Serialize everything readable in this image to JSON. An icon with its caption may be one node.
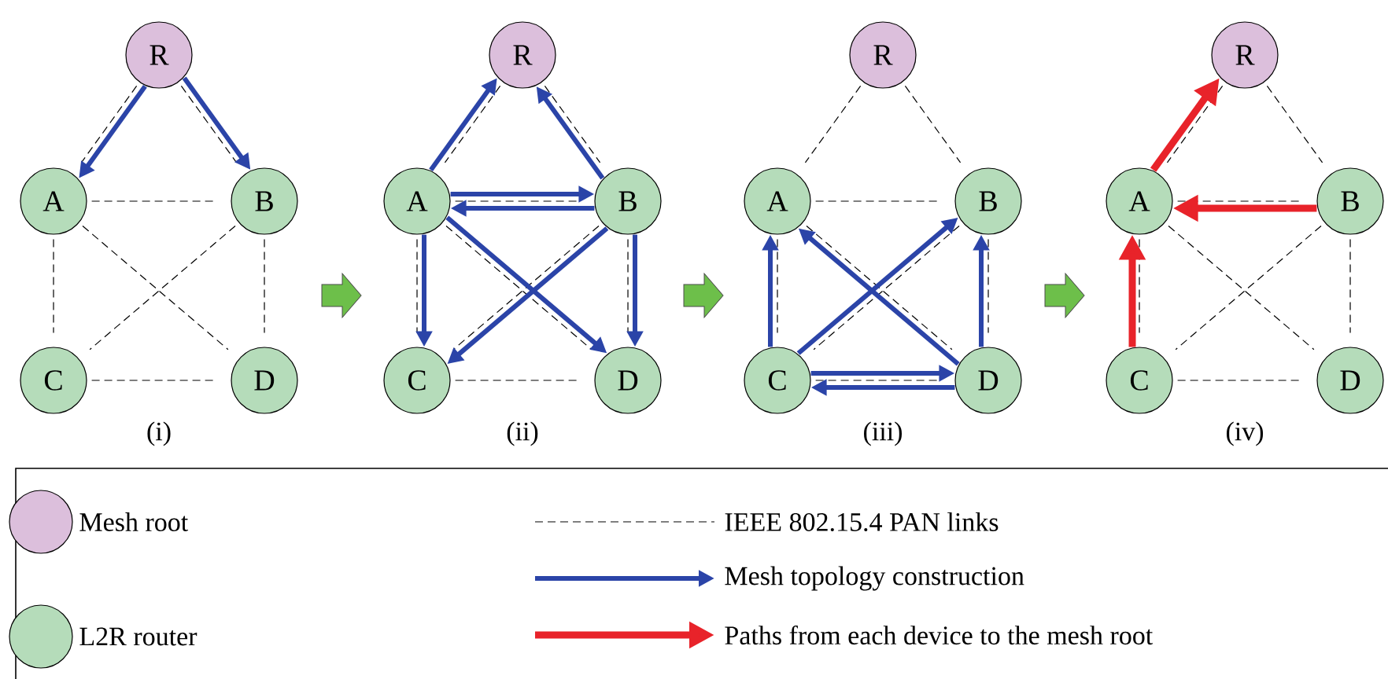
{
  "diagram": {
    "nodes": [
      {
        "text": [
          "R"
        ]
      },
      {
        "text": [
          "A"
        ]
      },
      {
        "text": [
          "B"
        ]
      },
      {
        "text": [
          "C"
        ]
      },
      {
        "text": [
          "D"
        ]
      },
      {
        "text": [
          "R"
        ]
      },
      {
        "text": [
          "A"
        ]
      },
      {
        "text": [
          "B"
        ]
      },
      {
        "text": [
          "C"
        ]
      },
      {
        "text": [
          "D"
        ]
      },
      {
        "text": [
          "R"
        ]
      },
      {
        "text": [
          "A"
        ]
      },
      {
        "text": [
          "B"
        ]
      },
      {
        "text": [
          "C"
        ]
      },
      {
        "text": [
          "D"
        ]
      },
      {
        "text": [
          "R"
        ]
      },
      {
        "text": [
          "A"
        ]
      },
      {
        "text": [
          "B"
        ]
      },
      {
        "text": [
          "C"
        ]
      },
      {
        "text": [
          "D"
        ]
      }
    ],
    "edges": [
      {
        "from": 0,
        "to": 1,
        "arrow": "none",
        "style": "dashed"
      },
      {
        "from": 0,
        "to": 2,
        "arrow": "none",
        "style": "dashed"
      },
      {
        "from": 1,
        "to": 2,
        "arrow": "none",
        "style": "dashed"
      },
      {
        "from": 1,
        "to": 3,
        "arrow": "none",
        "style": "dashed"
      },
      {
        "from": 1,
        "to": 4,
        "arrow": "none",
        "style": "dashed"
      },
      {
        "from": 2,
        "to": 3,
        "arrow": "none",
        "style": "dashed"
      },
      {
        "from": 2,
        "to": 4,
        "arrow": "none",
        "style": "dashed"
      },
      {
        "from": 3,
        "to": 4,
        "arrow": "none",
        "style": "dashed"
      },
      {
        "from": 0,
        "to": 1,
        "arrow": "to",
        "style": "thick",
        "color": "#2b44a8"
      },
      {
        "from": 0,
        "to": 2,
        "arrow": "to",
        "style": "thick",
        "color": "#2b44a8"
      },
      {
        "from": 5,
        "to": 6,
        "arrow": "none",
        "style": "dashed"
      },
      {
        "from": 5,
        "to": 7,
        "arrow": "none",
        "style": "dashed"
      },
      {
        "from": 6,
        "to": 7,
        "arrow": "none",
        "style": "dashed"
      },
      {
        "from": 6,
        "to": 8,
        "arrow": "none",
        "style": "dashed"
      },
      {
        "from": 6,
        "to": 9,
        "arrow": "none",
        "style": "dashed"
      },
      {
        "from": 7,
        "to": 8,
        "arrow": "none",
        "style": "dashed"
      },
      {
        "from": 7,
        "to": 9,
        "arrow": "none",
        "style": "dashed"
      },
      {
        "from": 8,
        "to": 9,
        "arrow": "none",
        "style": "dashed"
      },
      {
        "from": 6,
        "to": 5,
        "arrow": "to",
        "style": "thick",
        "color": "#2b44a8"
      },
      {
        "from": 7,
        "to": 5,
        "arrow": "to",
        "style": "thick",
        "color": "#2b44a8"
      },
      {
        "from": 7,
        "to": 6,
        "arrow": "to",
        "style": "thick",
        "color": "#2b44a8"
      },
      {
        "from": 6,
        "to": 7,
        "arrow": "to",
        "style": "thick",
        "color": "#2b44a8"
      },
      {
        "from": 6,
        "to": 8,
        "arrow": "to",
        "style": "thick",
        "color": "#2b44a8"
      },
      {
        "from": 6,
        "to": 9,
        "arrow": "to",
        "style": "thick",
        "color": "#2b44a8"
      },
      {
        "from": 7,
        "to": 8,
        "arrow": "to",
        "style": "thick",
        "color": "#2b44a8"
      },
      {
        "from": 7,
        "to": 9,
        "arrow": "to",
        "style": "thick",
        "color": "#2b44a8"
      },
      {
        "from": 10,
        "to": 11,
        "arrow": "none",
        "style": "dashed"
      },
      {
        "from": 10,
        "to": 12,
        "arrow": "none",
        "style": "dashed"
      },
      {
        "from": 11,
        "to": 12,
        "arrow": "none",
        "style": "dashed"
      },
      {
        "from": 11,
        "to": 13,
        "arrow": "none",
        "style": "dashed"
      },
      {
        "from": 11,
        "to": 14,
        "arrow": "none",
        "style": "dashed"
      },
      {
        "from": 12,
        "to": 13,
        "arrow": "none",
        "style": "dashed"
      },
      {
        "from": 12,
        "to": 14,
        "arrow": "none",
        "style": "dashed"
      },
      {
        "from": 13,
        "to": 14,
        "arrow": "none",
        "style": "dashed"
      },
      {
        "from": 13,
        "to": 11,
        "arrow": "to",
        "style": "thick",
        "color": "#2b44a8"
      },
      {
        "from": 14,
        "to": 11,
        "arrow": "to",
        "style": "thick",
        "color": "#2b44a8"
      },
      {
        "from": 13,
        "to": 12,
        "arrow": "to",
        "style": "thick",
        "color": "#2b44a8"
      },
      {
        "from": 14,
        "to": 12,
        "arrow": "to",
        "style": "thick",
        "color": "#2b44a8"
      },
      {
        "from": 14,
        "to": 13,
        "arrow": "to",
        "style": "thick",
        "color": "#2b44a8"
      },
      {
        "from": 13,
        "to": 14,
        "arrow": "to",
        "style": "thick",
        "color": "#2b44a8"
      },
      {
        "from": 15,
        "to": 16,
        "arrow": "none",
        "style": "dashed"
      },
      {
        "from": 15,
        "to": 17,
        "arrow": "none",
        "style": "dashed"
      },
      {
        "from": 16,
        "to": 17,
        "arrow": "none",
        "style": "dashed"
      },
      {
        "from": 16,
        "to": 18,
        "arrow": "none",
        "style": "dashed"
      },
      {
        "from": 16,
        "to": 19,
        "arrow": "none",
        "style": "dashed"
      },
      {
        "from": 17,
        "to": 18,
        "arrow": "none",
        "style": "dashed"
      },
      {
        "from": 17,
        "to": 19,
        "arrow": "none",
        "style": "dashed"
      },
      {
        "from": 18,
        "to": 19,
        "arrow": "none",
        "style": "dashed"
      },
      {
        "from": 16,
        "to": 15,
        "arrow": "to",
        "style": "thick",
        "color": "#e8232a"
      },
      {
        "from": 17,
        "to": 16,
        "arrow": "to",
        "style": "thick",
        "color": "#e8232a"
      },
      {
        "from": 18,
        "to": 16,
        "arrow": "to",
        "style": "thick",
        "color": "#e8232a"
      }
    ],
    "labels": [
      "(i)",
      "(ii)",
      "(iii)",
      "(iv)"
    ],
    "legend": [
      {
        "text": "Mesh root",
        "color": "#dcbfdc"
      },
      {
        "text": "L2R router",
        "color": "#b5dcba"
      },
      {
        "text": "IEEE 802.15.4 PAN links"
      },
      {
        "text": "Mesh topology construction"
      },
      {
        "text": "Paths from each device to the mesh root"
      }
    ]
  }
}
